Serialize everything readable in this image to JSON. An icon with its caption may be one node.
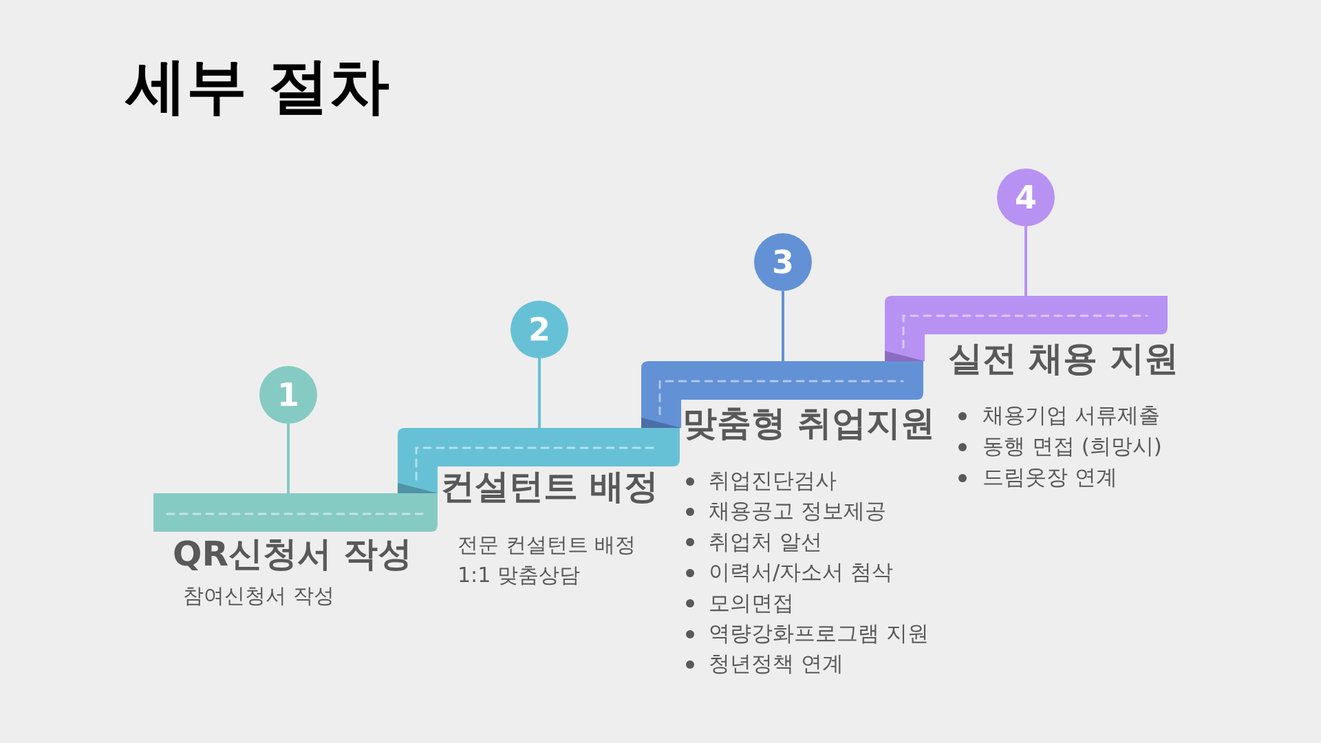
{
  "diagram": {
    "title": "세부 절차",
    "nodes": [
      {
        "text": [
          "1"
        ]
      },
      {
        "text": [
          "QR신청서 작성",
          "참여신청서 작성"
        ]
      },
      {
        "text": [
          "2"
        ]
      },
      {
        "text": [
          "컨설턴트 배정",
          "전문 컨설턴트 배정",
          "1:1 맞춤상담"
        ]
      },
      {
        "text": [
          "3"
        ]
      },
      {
        "text": [
          "맞춤형 취업지원",
          "취업진단검사",
          "채용공고 정보제공",
          "취업처 알선",
          "이력서/자소서 첨삭",
          "모의면접",
          "역량강화프로그램 지원",
          "청년정책 연계"
        ]
      },
      {
        "text": [
          "4"
        ]
      },
      {
        "text": [
          "실전 채용 지원",
          "채용기업 서류제출",
          "동행 면접 (희망시)",
          "드림옷장 연계"
        ]
      }
    ],
    "edges": [
      {
        "from": 0,
        "to": 1,
        "arrow": "none",
        "color": "#86cbc3"
      },
      {
        "from": 2,
        "to": 3,
        "arrow": "none",
        "color": "#67c1d6"
      },
      {
        "from": 4,
        "to": 5,
        "arrow": "none",
        "color": "#6391d6"
      },
      {
        "from": 6,
        "to": 7,
        "arrow": "none",
        "color": "#b792f3"
      }
    ]
  }
}
